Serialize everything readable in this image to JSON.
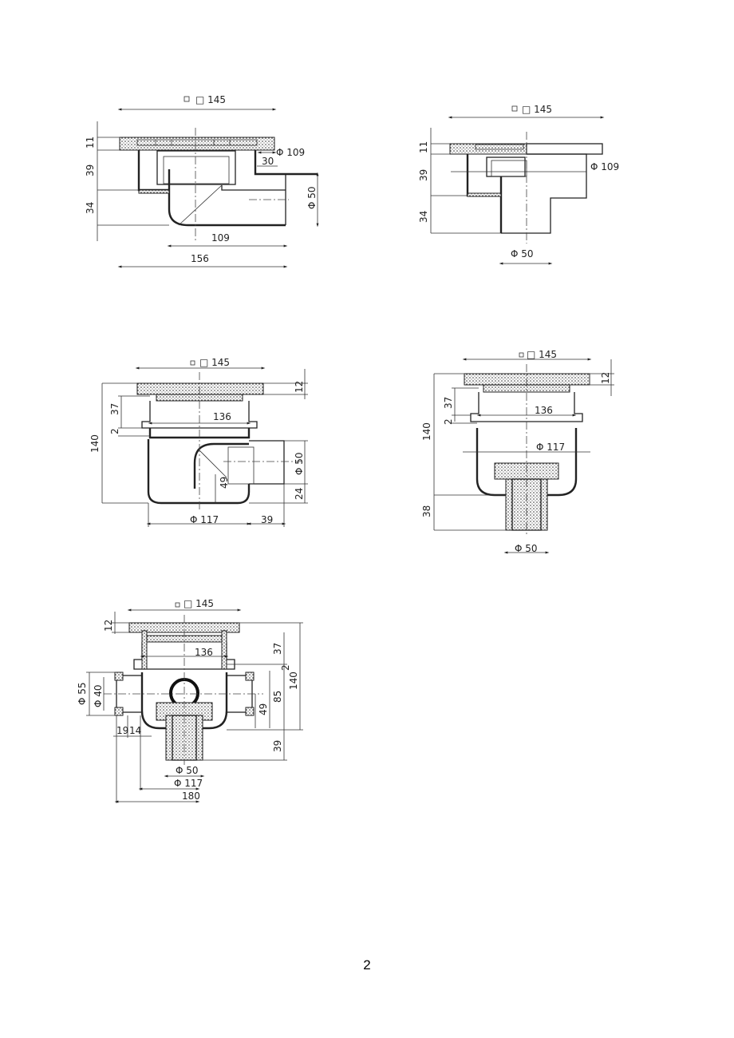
{
  "page_number": "2",
  "drawing_1": {
    "top_width": "□ 145",
    "outlet_diameter": "Φ 109",
    "offset": "30",
    "pipe_diameter": "Φ 50",
    "inner_length": "109",
    "total_length": "156",
    "h_grate": "11",
    "h_body": "39",
    "h_bottom": "34"
  },
  "drawing_2": {
    "top_width": "□ 145",
    "outlet_diameter": "Φ 109",
    "pipe_diameter": "Φ 50",
    "h_grate": "11",
    "h_body": "39",
    "h_bottom": "34"
  },
  "drawing_3": {
    "top_width": "□ 145",
    "h_grate": "12",
    "h_upper": "37",
    "h_flange": "2",
    "h_total": "140",
    "inner_width": "136",
    "pipe_diameter": "Φ 50",
    "pipe_height": "49",
    "h_pipe_bottom": "24",
    "body_diameter": "Φ 117",
    "side_width": "39"
  },
  "drawing_4": {
    "top_width": "□ 145",
    "h_grate": "12",
    "h_upper": "37",
    "h_flange": "2",
    "h_total": "140",
    "inner_width": "136",
    "body_diameter": "Φ 117",
    "h_bottom": "38",
    "pipe_diameter": "Φ 50"
  },
  "drawing_5": {
    "top_width": "□ 145",
    "h_grate": "12",
    "h_upper": "37",
    "h_flange": "2",
    "h_total": "140",
    "inner_width": "136",
    "side_outer_diameter": "Φ 55",
    "side_inner_diameter": "Φ 40",
    "h_mid": "85",
    "h_pipe": "49",
    "h_bottom": "39",
    "w_side_1": "19",
    "w_side_2": "14",
    "pipe_diameter": "Φ 50",
    "body_diameter": "Φ 117",
    "total_width": "180"
  }
}
